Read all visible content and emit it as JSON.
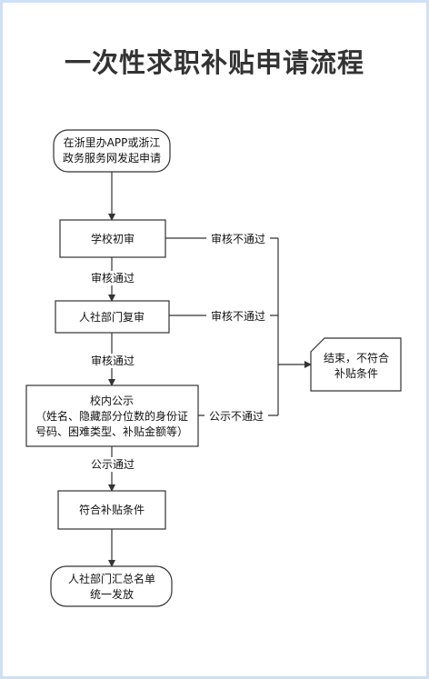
{
  "title": "一次性求职补贴申请流程",
  "nodes": {
    "start": [
      "在浙里办APP或浙江",
      "政务服务网发起申请"
    ],
    "school_review": "学校初审",
    "hr_review": "人社部门复审",
    "publicity": [
      "校内公示",
      "（姓名、隐藏部分位数的身份证",
      "号码、困难类型、补贴金额等）"
    ],
    "qualified": "符合补贴条件",
    "payout": [
      "人社部门汇总名单",
      "统一发放"
    ],
    "end": [
      "结束，不符合",
      "补贴条件"
    ]
  },
  "edges": {
    "school_pass": "审核通过",
    "hr_pass": "审核通过",
    "publicity_pass": "公示通过",
    "school_fail": "审核不通过",
    "hr_fail": "审核不通过",
    "publicity_fail": "公示不通过"
  },
  "colors": {
    "border": "#cfe0f5",
    "stroke": "#333333",
    "title": "#333333"
  }
}
